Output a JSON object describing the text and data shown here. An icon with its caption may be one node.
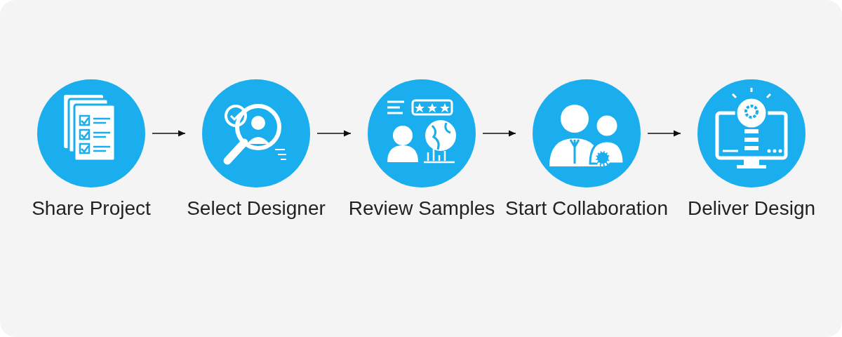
{
  "diagram": {
    "nodes": [
      {
        "text": [
          "Share Project"
        ]
      },
      {
        "text": [
          "Select Designer"
        ]
      },
      {
        "text": [
          "Review Samples"
        ]
      },
      {
        "text": [
          "Start Collaboration"
        ]
      },
      {
        "text": [
          "Deliver Design"
        ]
      }
    ],
    "edges": [
      {
        "from": 0,
        "to": 1,
        "arrow": "to"
      },
      {
        "from": 1,
        "to": 2,
        "arrow": "to"
      },
      {
        "from": 2,
        "to": 3,
        "arrow": "to"
      },
      {
        "from": 3,
        "to": 4,
        "arrow": "to"
      }
    ]
  }
}
